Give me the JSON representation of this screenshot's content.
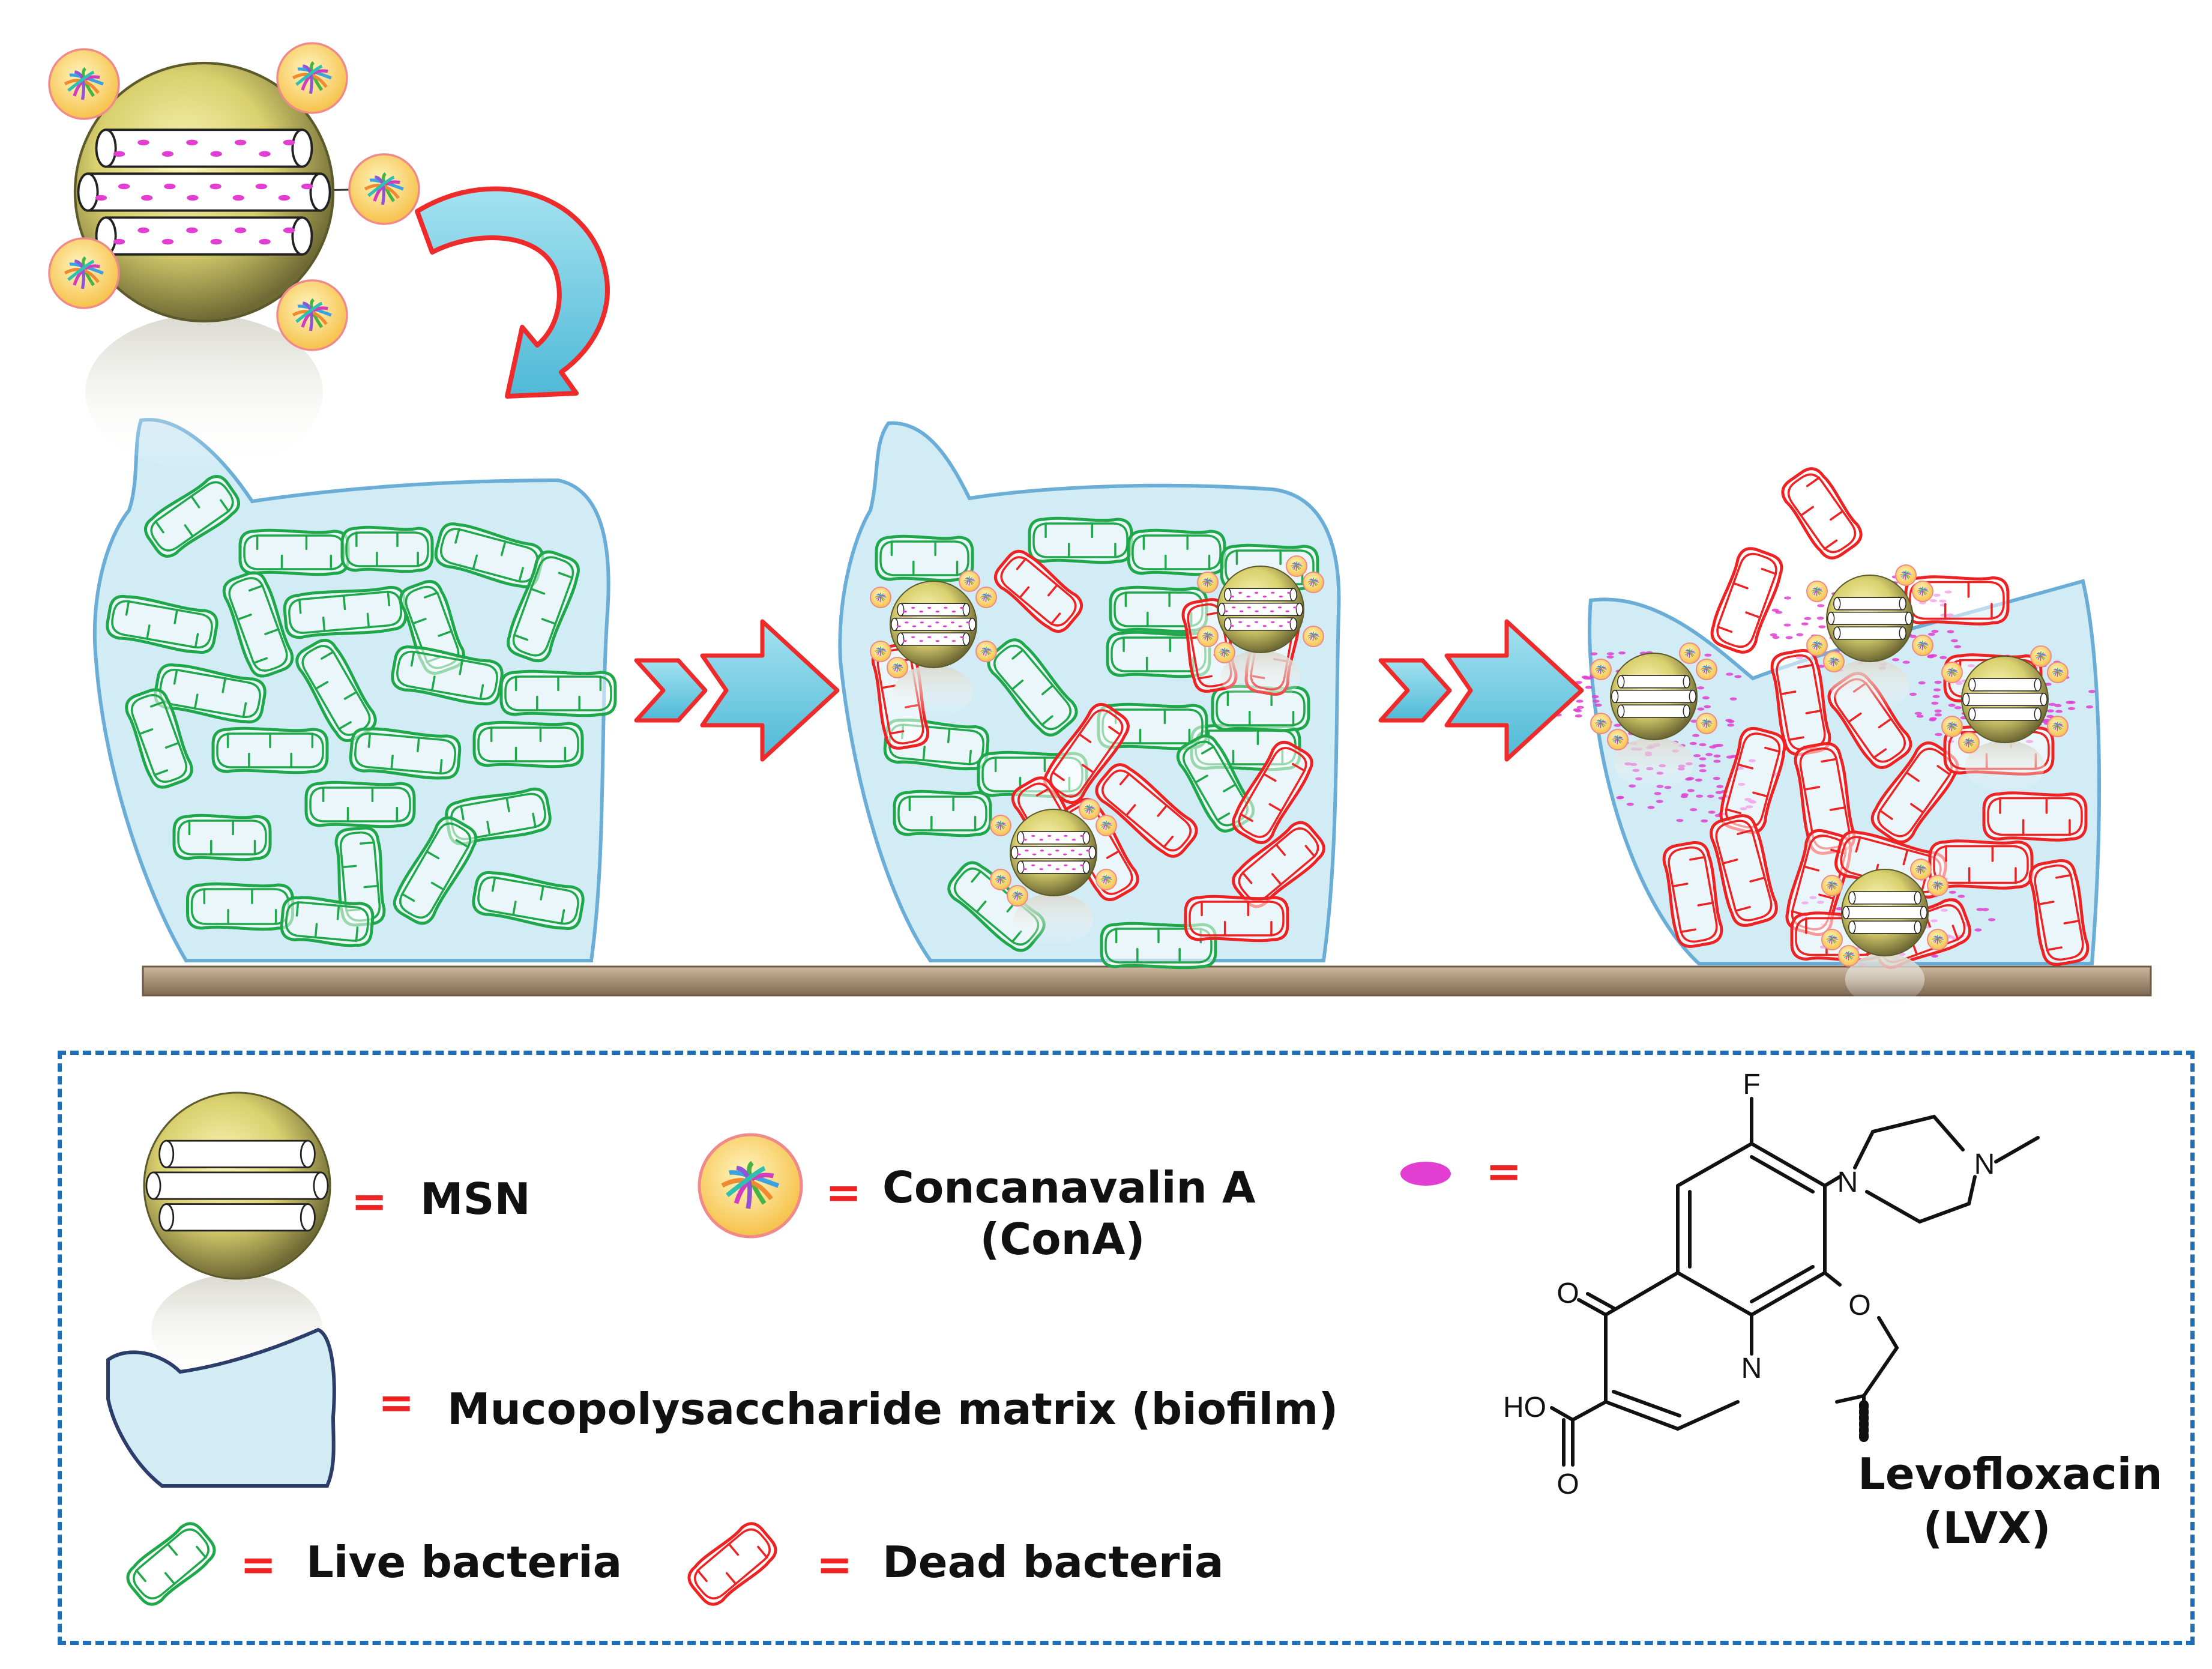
{
  "legend": {
    "msn_label": "MSN",
    "cona_label_line1": "Concanavalin A",
    "cona_label_line2": "(ConA)",
    "matrix_label": "Mucopolysaccharide matrix (biofilm)",
    "live_label": "Live bacteria",
    "dead_label": "Dead bacteria",
    "drug_name": "Levofloxacin",
    "drug_abbrev": "(LVX)",
    "equals": "="
  },
  "structure": {
    "atom_F": "F",
    "atom_N_pip": "N",
    "atom_N_core": "N",
    "atom_O_ring": "O",
    "atom_O_keto": "O",
    "atom_HO": "HO"
  },
  "colors": {
    "live": "#1ea84a",
    "dead": "#ee2222",
    "biofilm_fill": "#d2ecf6",
    "biofilm_edge": "#6aaed8",
    "arrow_fill": "#70cde3",
    "arrow_edge": "#ee2a2a",
    "drug": "#e23ed2",
    "msn_fill": "#d7cf6d",
    "legend_border": "#1f6fb8",
    "equals": "#ee2222",
    "substrate": "#b29b82"
  }
}
